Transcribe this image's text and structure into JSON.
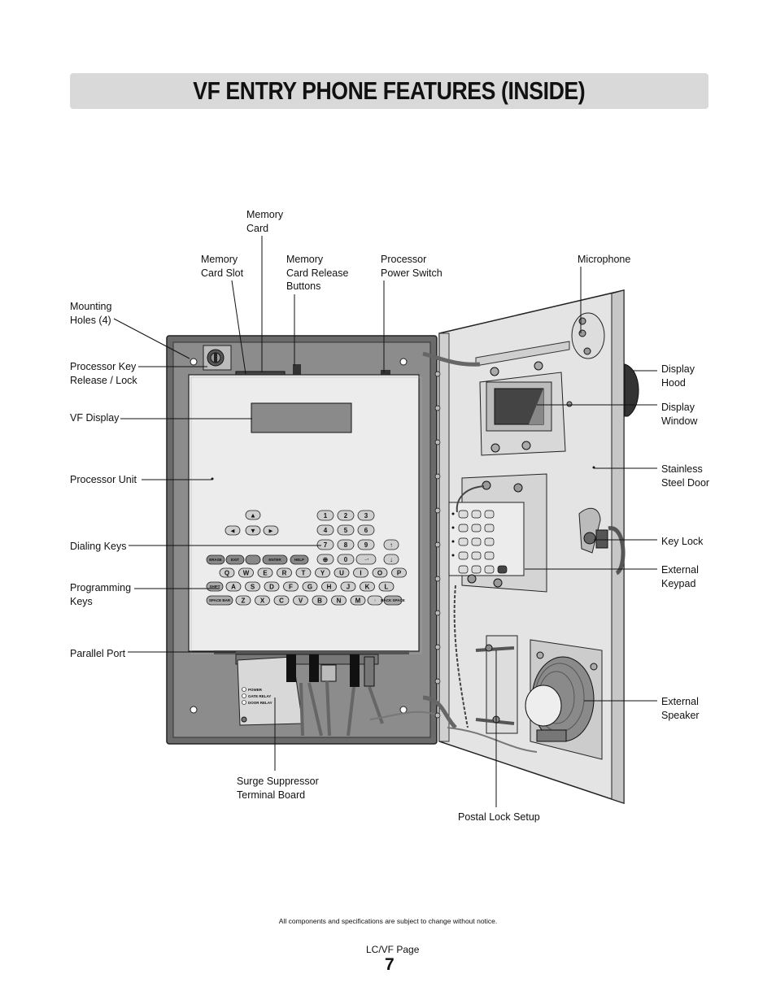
{
  "title": "VF ENTRY PHONE FEATURES (INSIDE)",
  "labels": {
    "memory_card": "Memory\nCard",
    "memory_card_slot": "Memory\nCard Slot",
    "memory_card_release": "Memory\nCard Release\nButtons",
    "processor_power_switch": "Processor\nPower Switch",
    "microphone": "Microphone",
    "mounting_holes": "Mounting\nHoles (4)",
    "processor_key": "Processor Key\nRelease / Lock",
    "vf_display": "VF Display",
    "processor_unit": "Processor Unit",
    "dialing_keys": "Dialing Keys",
    "programming_keys": "Programming\nKeys",
    "parallel_port": "Parallel Port",
    "surge_suppressor": "Surge Suppressor\nTerminal Board",
    "postal_lock": "Postal Lock Setup",
    "display_hood": "Display\nHood",
    "display_window": "Display\nWindow",
    "stainless_door": "Stainless\nSteel Door",
    "key_lock": "Key Lock",
    "external_keypad": "External\nKeypad",
    "external_speaker": "External\nSpeaker"
  },
  "keypad": {
    "arrows": [
      "▲",
      "◄",
      "▼",
      "►"
    ],
    "numbers": [
      "1",
      "2",
      "3",
      "4",
      "5",
      "6",
      "7",
      "8",
      "9",
      "0"
    ],
    "function_keys": [
      "ERASE",
      "EXIT",
      "ENTER",
      "HELP"
    ],
    "row_qwerty": [
      "Q",
      "W",
      "E",
      "R",
      "T",
      "Y",
      "U",
      "I",
      "O",
      "P"
    ],
    "row_asdf": [
      "A",
      "S",
      "D",
      "F",
      "G",
      "H",
      "J",
      "K",
      "L"
    ],
    "row_zxcv": [
      "Z",
      "X",
      "C",
      "V",
      "B",
      "N",
      "M"
    ],
    "shift": "SHIFT",
    "space_bar": "SPACE BAR",
    "back_space": "BACK SPACE"
  },
  "surge_board": [
    "POWER",
    "GATE RELAY",
    "DOOR RELAY"
  ],
  "footer": {
    "notice": "All components and specifications are subject to change without notice.",
    "page_ref": "LC/VF Page",
    "page_number": "7"
  }
}
